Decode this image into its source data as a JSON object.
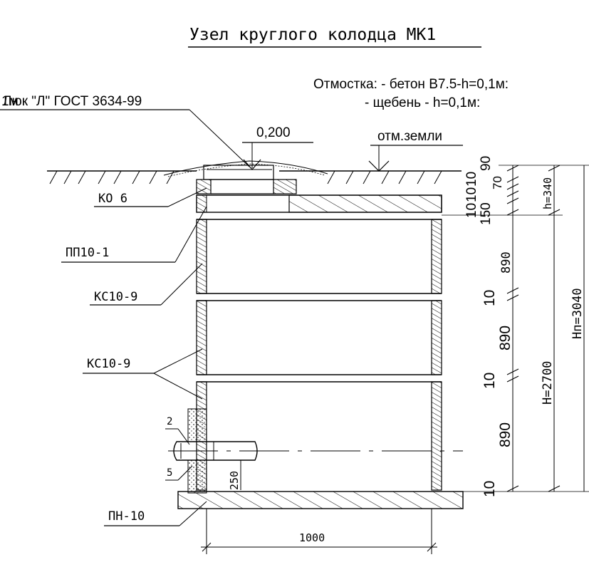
{
  "title": "Узел круглого колодца  МК1",
  "hatch_note": "Люк \"Л\" ГОСТ 3634-99",
  "hatch_note_overlap": "1м",
  "otmostka": {
    "line1": "Отмостка: - бетон  В7.5-h=0,1м:",
    "line2": "- щебень  - h=0,1м:"
  },
  "labels": {
    "top_offset": "0,200",
    "ground_mark": "отм.земли",
    "ko6": "КО 6",
    "pp10": "ПП10-1",
    "ks10_upper": "КС10-9",
    "ks10_lower": "КС10-9",
    "pn10": "ПН-10",
    "pipe_a": "2",
    "pipe_b": "5",
    "pipe_offset": "250",
    "inner_width": "1000"
  },
  "dims": {
    "top_stack": [
      "90",
      "70",
      "10",
      "10",
      "10",
      "150"
    ],
    "ring1": "890",
    "gap1": "10",
    "ring2": "890",
    "gap2": "10",
    "ring3": "890",
    "bottom": "10",
    "h_neck": "h=340",
    "H_inner": "H=2700",
    "Hn_total": "Hп=3040"
  }
}
